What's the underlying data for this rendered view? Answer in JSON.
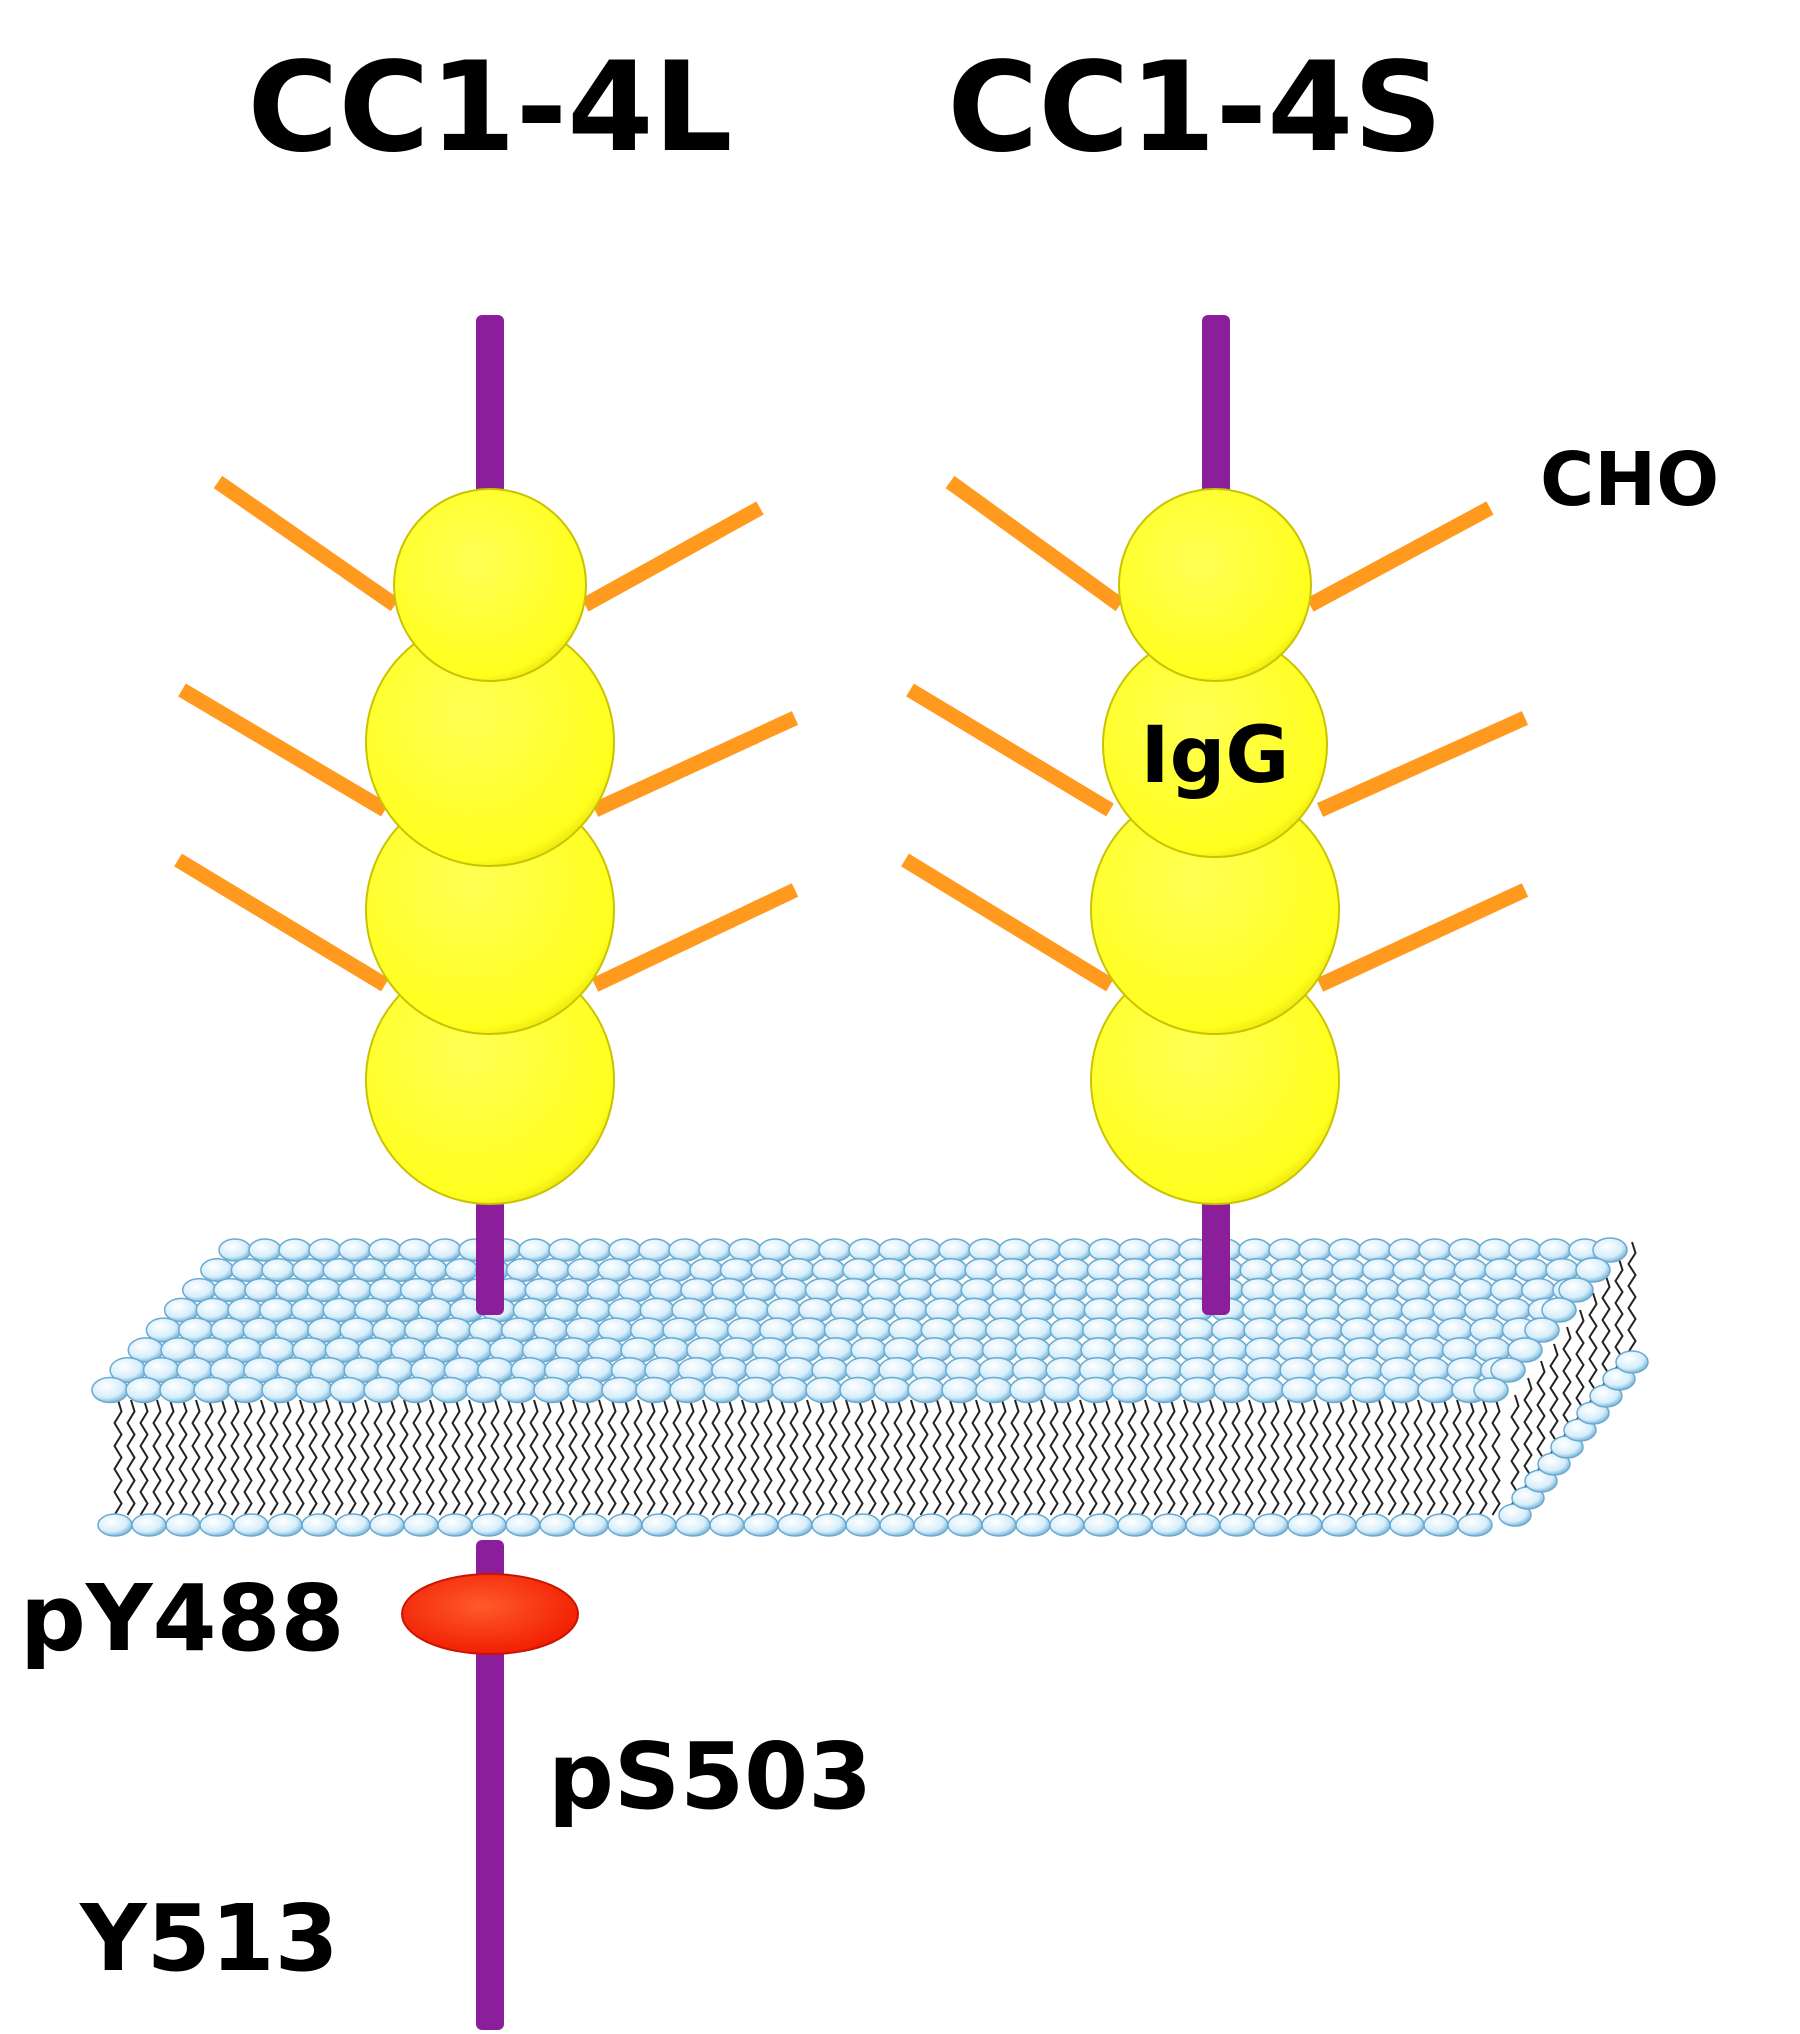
{
  "diagram": {
    "left_title": "CC1-4L",
    "right_title": "CC1-4S",
    "carbohydrate_label": "CHO",
    "domain_label": "IgG",
    "site_labels": {
      "pY488": "pY488",
      "pS503": "pS503",
      "Y513": "Y513"
    },
    "colors": {
      "chain": "#8B1F9B",
      "ig_domain": "#FFFF22",
      "glycan": "#FF9A1E",
      "phospho_site": "#FF2A0A",
      "lipid_head": "#BFE3F7",
      "lipid_tail": "#222222"
    }
  }
}
